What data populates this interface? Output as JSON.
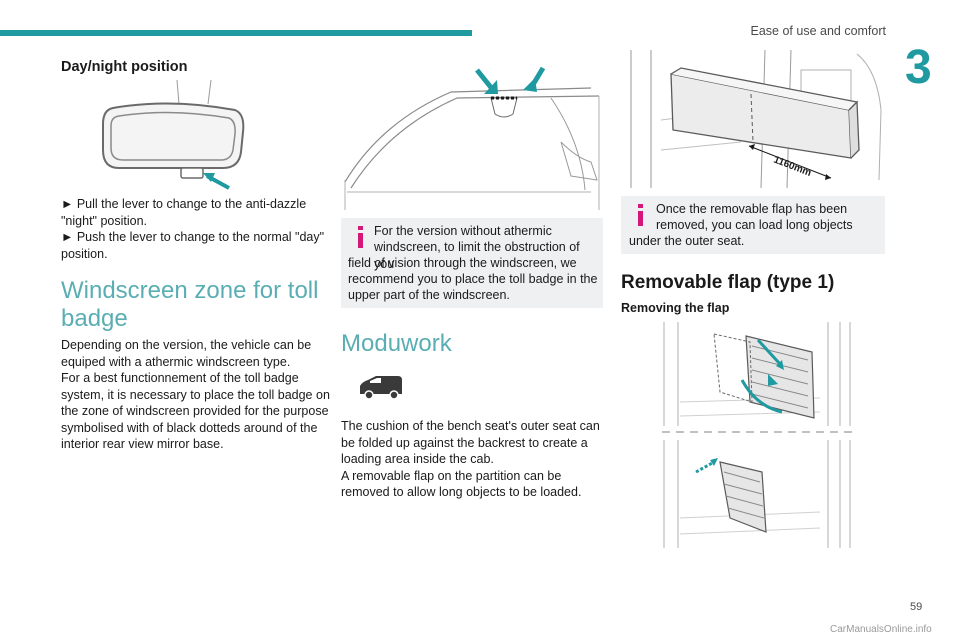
{
  "header": {
    "section_title": "Ease of use and comfort",
    "chapter_number": "3"
  },
  "left": {
    "heading_day_night": "Day/night position",
    "lever_lines": [
      "► Pull the lever to change to the anti-dazzle",
      "\"night\" position.",
      "► Push the lever to change to the normal \"day\"",
      "position."
    ],
    "heading_windscreen_1": "Windscreen zone for toll",
    "heading_windscreen_2": "badge",
    "windscreen_lines": [
      "Depending on the version, the vehicle can be",
      "equiped with a athermic windscreen type.",
      "For a best functionnement of the toll badge",
      "system, it is necessary to place the toll badge on",
      "the zone of windscreen provided for the purpose",
      "symbolised with of black dotteds around of the",
      "interior rear view mirror base."
    ]
  },
  "middle": {
    "note_lines": [
      "For the version without athermic",
      "windscreen, to limit the obstruction of you",
      "field of vision through the windscreen, we",
      "recommend you to place the toll badge in the",
      "upper part of the windscreen."
    ],
    "heading_moduwork": "Moduwork",
    "moduwork_lines": [
      "The cushion of the bench seat's outer seat can",
      "be folded up against the backrest to create a",
      "loading area inside the cab.",
      "A removable flap on the partition can be",
      "removed to allow long objects to be loaded."
    ]
  },
  "right": {
    "dimension_label": "1160mm",
    "note_lines": [
      "Once the removable flap has been",
      "removed, you can load long objects",
      "under the outer seat."
    ],
    "heading_flap": "Removable flap (type 1)",
    "subheading_removing": "Removing the flap"
  },
  "footer": {
    "page_number": "59",
    "watermark": "CarManualsOnline.info"
  },
  "colors": {
    "accent": "#1f9aa1",
    "heading_light": "#5aaeb3",
    "note_bg": "#eef0f2",
    "info_icon": "#d4187a"
  }
}
